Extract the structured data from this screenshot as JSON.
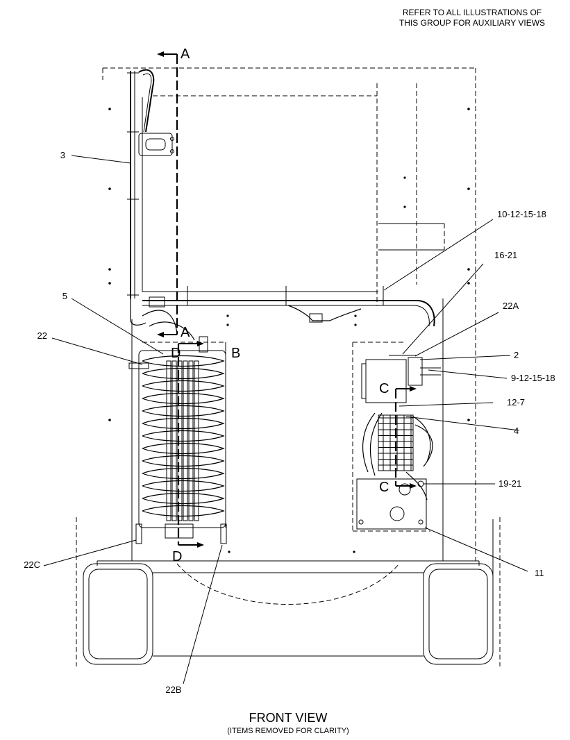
{
  "header_note": {
    "line1": "REFER TO ALL ILLUSTRATIONS OF",
    "line2": "THIS GROUP FOR AUXILIARY VIEWS"
  },
  "section_markers": {
    "a_top": "A",
    "a_mid": "A",
    "b": "B",
    "c_top": "C",
    "c_bottom": "C",
    "d_top": "D",
    "d_bottom": "D"
  },
  "callouts": {
    "c3": "3",
    "c5": "5",
    "c22": "22",
    "c22c": "22C",
    "c22b": "22B",
    "c10_12_15_18": "10-12-15-18",
    "c16_21": "16-21",
    "c22a": "22A",
    "c2": "2",
    "c9_12_15_18": "9-12-15-18",
    "c12_7": "12-7",
    "c4": "4",
    "c19_21": "19-21",
    "c11": "11"
  },
  "caption": {
    "title": "FRONT VIEW",
    "subtitle": "(ITEMS REMOVED FOR CLARITY)"
  }
}
